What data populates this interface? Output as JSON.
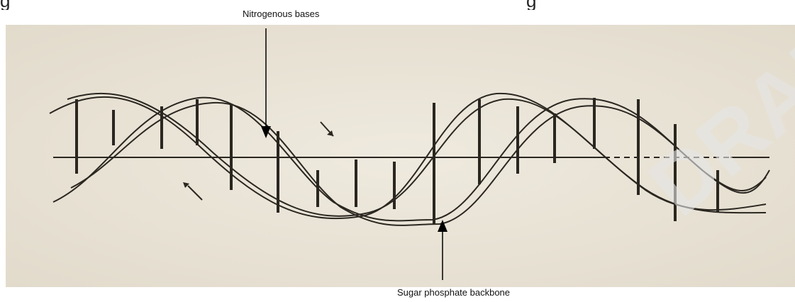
{
  "top_text": {
    "left": "g",
    "right": "g"
  },
  "labels": {
    "bases": "Nitrogenous bases",
    "backbone": "Sugar phosphate backbone"
  },
  "watermark": "DRAFT",
  "colors": {
    "paper": "#ece6da",
    "ink": "#2a2620",
    "label_ink": "#111111"
  }
}
